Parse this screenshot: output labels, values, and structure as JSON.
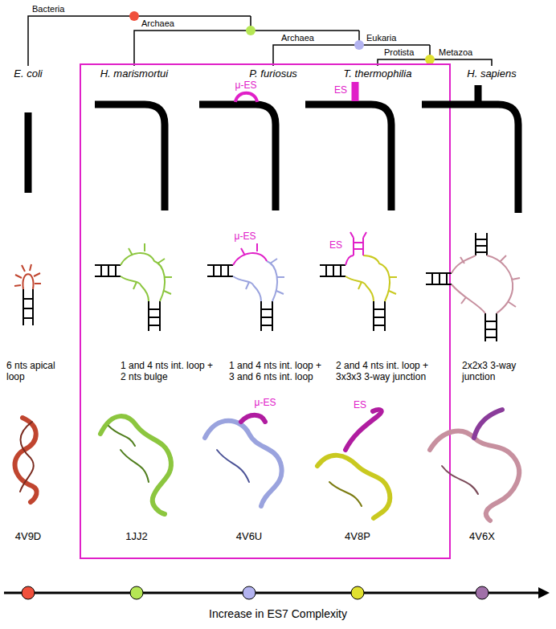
{
  "diagram": {
    "labels": [
      "Bacteria",
      "Archaea",
      "Archaea",
      "Eukaria",
      "Protista",
      "Metazoa",
      "E. coli",
      "H. marismortui",
      "P. furiosus",
      "T. thermophilia",
      "H. sapiens",
      "μ-ES",
      "ES",
      "μ-ES",
      "ES",
      "6 nts apical loop",
      "1 and 4 nts int. loop + 2 nts bulge",
      "1 and 4 nts int. loop + 3 and 6 nts int. loop",
      "2 and 4 nts int. loop + 3x3x3 3-way junction",
      "2x2x3 3-way junction",
      "μ-ES",
      "ES",
      "4V9D",
      "1JJ2",
      "4V6U",
      "4V8P",
      "4V6X",
      "Increase in ES7 Complexity"
    ]
  }
}
